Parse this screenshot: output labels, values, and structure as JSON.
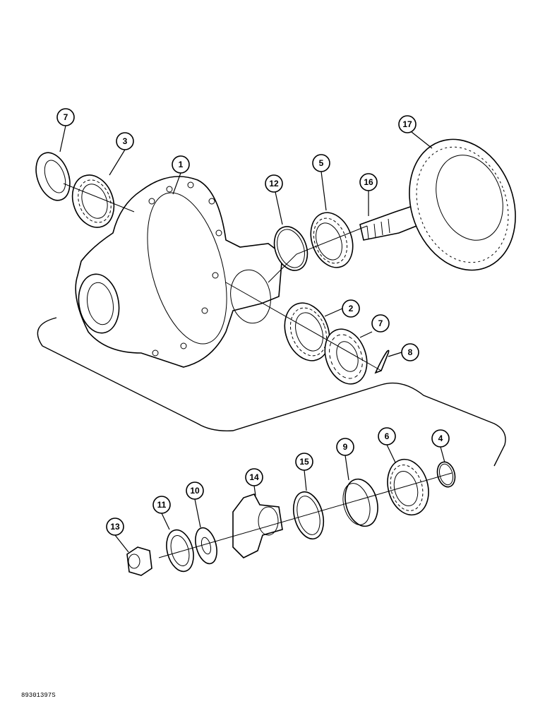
{
  "figure_id": "89301397S",
  "callouts": [
    {
      "id": "c7a",
      "label": "7"
    },
    {
      "id": "c3",
      "label": "3"
    },
    {
      "id": "c1",
      "label": "1"
    },
    {
      "id": "c12",
      "label": "12"
    },
    {
      "id": "c5",
      "label": "5"
    },
    {
      "id": "c16",
      "label": "16"
    },
    {
      "id": "c17",
      "label": "17"
    },
    {
      "id": "c2",
      "label": "2"
    },
    {
      "id": "c7b",
      "label": "7"
    },
    {
      "id": "c8",
      "label": "8"
    },
    {
      "id": "c9",
      "label": "9"
    },
    {
      "id": "c6",
      "label": "6"
    },
    {
      "id": "c4",
      "label": "4"
    },
    {
      "id": "c15",
      "label": "15"
    },
    {
      "id": "c14",
      "label": "14"
    },
    {
      "id": "c11",
      "label": "11"
    },
    {
      "id": "c10",
      "label": "10"
    },
    {
      "id": "c13",
      "label": "13"
    }
  ]
}
